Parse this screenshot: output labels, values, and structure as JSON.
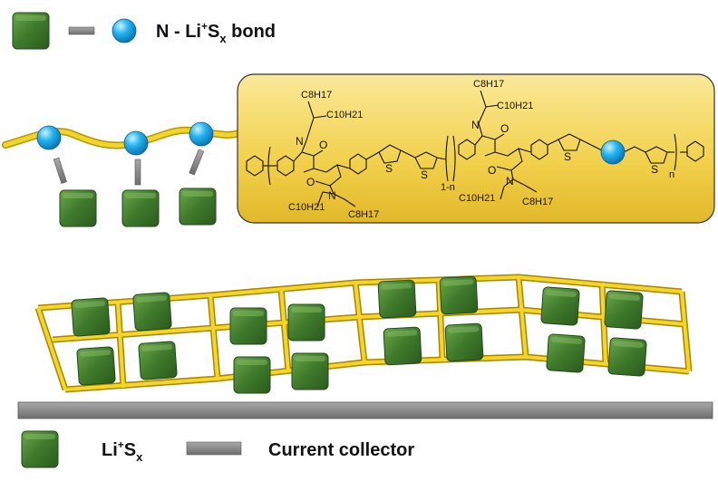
{
  "legend_top": {
    "bond_label_prefix": "N - Li",
    "bond_label_sup": "+",
    "bond_label_mid": "S",
    "bond_label_sub": "x",
    "bond_label_suffix": " bond"
  },
  "legend_bottom": {
    "lisx_prefix": "Li",
    "lisx_sup": "+",
    "lisx_mid": "S",
    "lisx_sub": "x",
    "current_collector": "Current collector"
  },
  "polymer": {
    "chains": {
      "c8h17": "C8H17",
      "c10h21": "C10H21"
    },
    "atoms": {
      "nitrogen": "N",
      "oxygen": "O",
      "sulfur": "S"
    },
    "repeat_left": "1-n",
    "repeat_right": "n"
  },
  "colors": {
    "cube_green": "#3f7a2c",
    "sphere_blue": "#19a6e8",
    "chain_yellow": "#f0d21a",
    "panel_fill": "#f2d24a",
    "collector_gray": "#8a8a8a"
  }
}
